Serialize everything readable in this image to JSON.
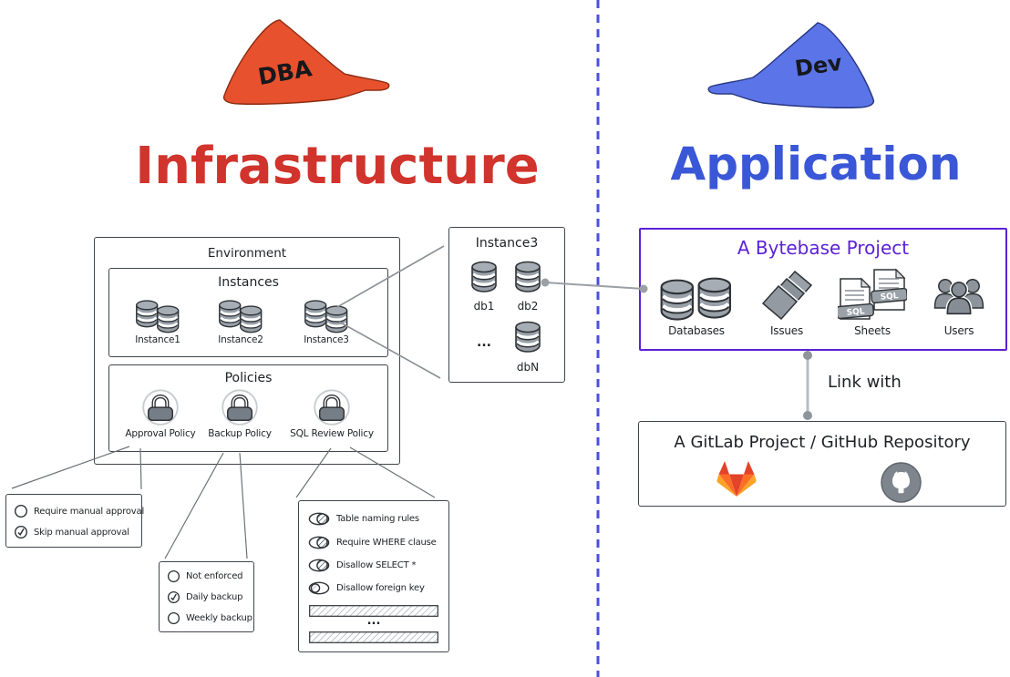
{
  "colors": {
    "divider": "#4a4fe0",
    "infra_title": "#d0342c",
    "app_title": "#3a57d7",
    "dba_hat": "#e8512e",
    "dev_hat": "#5b74e8",
    "bytebase_border": "#5b21d6",
    "ink": "#1d2125",
    "wire": "#8b9096"
  },
  "left": {
    "hat": "DBA",
    "title": "Infrastructure",
    "environment": {
      "title": "Environment",
      "instances": {
        "title": "Instances",
        "items": [
          "Instance1",
          "Instance2",
          "Instance3"
        ]
      },
      "policies": {
        "title": "Policies",
        "items": [
          "Approval Policy",
          "Backup Policy",
          "SQL Review Policy"
        ]
      }
    },
    "instance3": {
      "title": "Instance3",
      "db1": "db1",
      "db2": "db2",
      "dbn": "dbN",
      "ellipsis": "..."
    },
    "approval_options": [
      {
        "checked": false,
        "label": "Require manual approval"
      },
      {
        "checked": true,
        "label": "Skip manual approval"
      }
    ],
    "backup_options": [
      {
        "checked": false,
        "label": "Not enforced"
      },
      {
        "checked": true,
        "label": "Daily backup"
      },
      {
        "checked": false,
        "label": "Weekly backup"
      }
    ],
    "sql_rules": [
      {
        "on": true,
        "label": "Table naming rules"
      },
      {
        "on": true,
        "label": "Require WHERE clause"
      },
      {
        "on": true,
        "label": "Disallow SELECT *"
      },
      {
        "on": false,
        "label": "Disallow foreign key"
      }
    ],
    "sql_ellipsis": "..."
  },
  "right": {
    "hat": "Dev",
    "title": "Application",
    "bytebase": {
      "title": "A Bytebase Project",
      "items": [
        "Databases",
        "Issues",
        "Sheets",
        "Users"
      ]
    },
    "link_label": "Link with",
    "repo_title": "A GitLab Project / GitHub Repository",
    "sheet_badge": "SQL"
  }
}
